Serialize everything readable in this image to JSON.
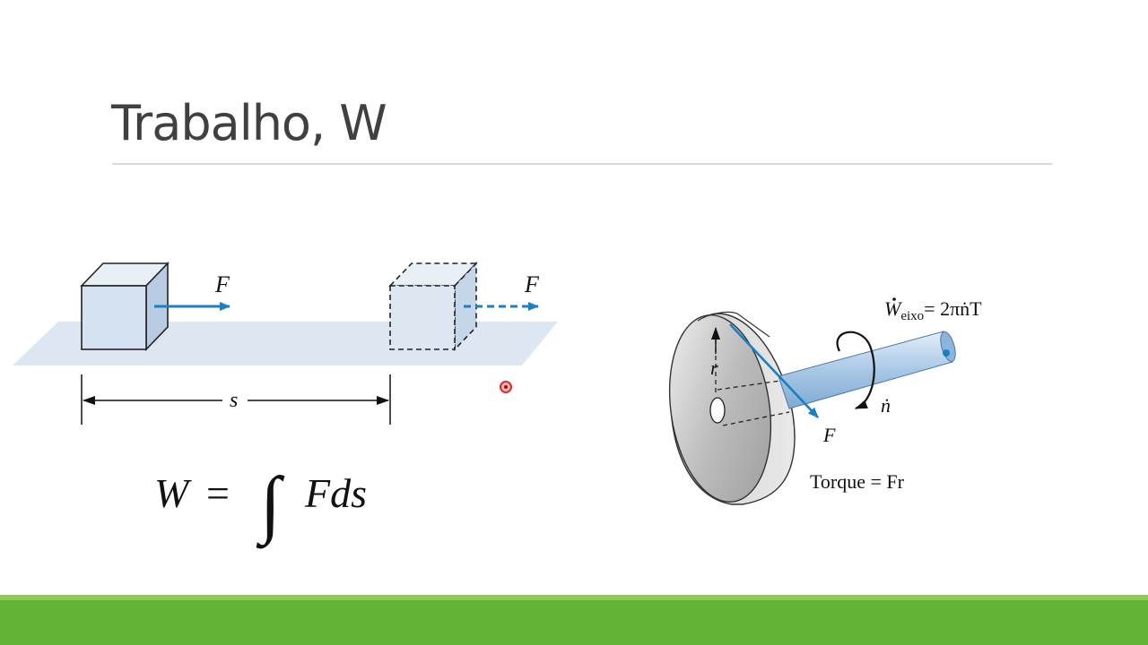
{
  "slide": {
    "title": "Trabalho, W"
  },
  "block_diagram": {
    "force_label_start": "F",
    "force_label_end": "F",
    "displacement_label": "s"
  },
  "formula": {
    "lhs": "W",
    "equals": "=",
    "integral": "∫",
    "integrand": "Fds"
  },
  "shaft_diagram": {
    "power_symbol": "W",
    "power_subscript": "eixo",
    "power_expression": "= 2πṅT",
    "radius_label": "r",
    "force_label": "F",
    "rotation_label": "ṅ",
    "torque_text": "Torque = Fr"
  },
  "colors": {
    "arrow_blue": "#1c7fc0",
    "block_fill": "#d5e2f1",
    "plane_fill": "#dde7f2",
    "footer_green": "#63b336"
  }
}
